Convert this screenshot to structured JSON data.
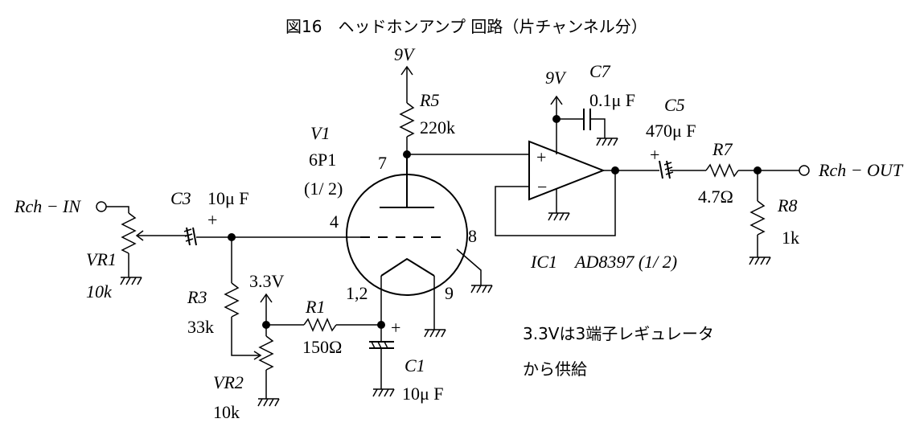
{
  "title": "図16　ヘッドホンアンプ 回路（片チャンネル分）",
  "labels": {
    "rch_in": "Rch − IN",
    "rch_out": "Rch − OUT",
    "vr1": "VR1",
    "vr1_val": "10k",
    "c3": "C3",
    "c3_val": "10μ F",
    "r3": "R3",
    "r3_val": "33k",
    "vr2": "VR2",
    "vr2_val": "10k",
    "v33": "3.3V",
    "r1": "R1",
    "r1_val": "150Ω",
    "pin12": "1,2",
    "c1": "C1",
    "c1_val": "10μ F",
    "v1": "V1",
    "v1_type": "6P1",
    "v1_half": "(1/ 2)",
    "pin7": "7",
    "pin4": "4",
    "pin8": "8",
    "pin9": "9",
    "r5": "R5",
    "r5_val": "220k",
    "v9_top": "9V",
    "v9_ic": "9V",
    "c7": "C7",
    "c7_val": "0.1μ F",
    "c5": "C5",
    "c5_val": "470μ F",
    "r7": "R7",
    "r7_val": "4.7Ω",
    "r8": "R8",
    "r8_val": "1k",
    "ic1": "IC1　AD8397 (1/ 2)",
    "plus": "+",
    "minus": "−"
  },
  "notes": {
    "line1": "3.3Vは3端子レギュレータ",
    "line2": "から供給"
  }
}
